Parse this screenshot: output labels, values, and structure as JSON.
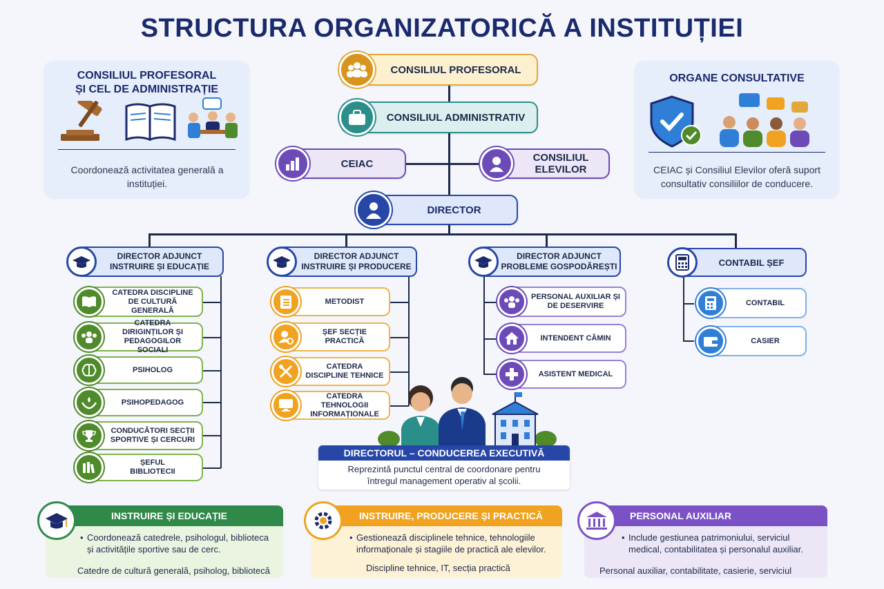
{
  "title": "STRUCTURA ORGANIZATORICĂ A INSTITUȚIEI",
  "left_panel": {
    "title": "CONSILIUL PROFESORAL ȘI CEL DE ADMINISTRAȚIE",
    "text": "Coordonează activitatea generală a instituției."
  },
  "right_panel": {
    "title": "ORGANE CONSULTATIVE",
    "text": "CEIAC și Consiliul Elevilor oferă suport consultativ consiliilor de conducere."
  },
  "top": {
    "consiliul_profesoral": "CONSILIUL PROFESORAL",
    "consiliul_administrativ": "CONSILIUL ADMINISTRATIV",
    "ceiac": "CEIAC",
    "consiliul_elevilor": "CONSILIUL ELEVILOR",
    "director": "DIRECTOR"
  },
  "branches": {
    "b1": {
      "head": "DIRECTOR ADJUNCT INSTRUIRE ȘI EDUCAȚIE",
      "items": [
        "CATEDRA DISCIPLINE DE CULTURĂ GENERALĂ",
        "CATEDRA DIRIGINȚILOR ȘI PEDAGOGILOR SOCIALI",
        "PSIHOLOG",
        "PSIHOPEDAGOG",
        "CONDUCĂTORI SECȚII SPORTIVE ȘI CERCURI",
        "ȘEFUL BIBLIOTECII"
      ]
    },
    "b2": {
      "head": "DIRECTOR ADJUNCT INSTRUIRE ȘI PRODUCERE",
      "items": [
        "METODIST",
        "ȘEF SECȚIE PRACTICĂ",
        "CATEDRA DISCIPLINE TEHNICE",
        "CATEDRA TEHNOLOGII INFORMAȚIONALE"
      ]
    },
    "b3": {
      "head": "DIRECTOR ADJUNCT PROBLEME GOSPODĂREȘTI",
      "items": [
        "PERSONAL AUXILIAR ȘI DE DESERVIRE",
        "INTENDENT CĂMIN",
        "ASISTENT MEDICAL"
      ]
    },
    "b4": {
      "head": "CONTABIL ȘEF",
      "items": [
        "CONTABIL",
        "CASIER"
      ]
    }
  },
  "exec": {
    "title": "DIRECTORUL – CONDUCEREA EXECUTIVĂ",
    "text": "Reprezintă punctul central de coordonare pentru întregul management operativ al școlii."
  },
  "cards": {
    "c1": {
      "title": "INSTRUIRE ȘI EDUCAȚIE",
      "bullet": "Coordonează catedrele, psihologul, biblioteca și activitățile sportive sau de cerc.",
      "footer": "Catedre de cultură generală, psiholog, bibliotecă"
    },
    "c2": {
      "title": "INSTRUIRE, PRODUCERE ȘI PRACTICĂ",
      "bullet": "Gestionează disciplinele tehnice, tehnologiile informaționale și stagiile de practică ale elevilor.",
      "footer": "Discipline tehnice, IT, secția practică"
    },
    "c3": {
      "title": "PERSONAL AUXILIAR",
      "bullet": "Include gestiunea patrimoniului, serviciul medical, contabilitatea și personalul auxiliar.",
      "footer": "Personal auxiliar, contabilitate, casierie, serviciul medical"
    }
  },
  "colors": {
    "navy": "#1a2a6c",
    "gold": "#e2a93a",
    "teal": "#2a8f8a",
    "purple": "#6c4bb8",
    "green": "#4f8a2b",
    "orange": "#f0a220",
    "blue": "#2f7fd8"
  }
}
